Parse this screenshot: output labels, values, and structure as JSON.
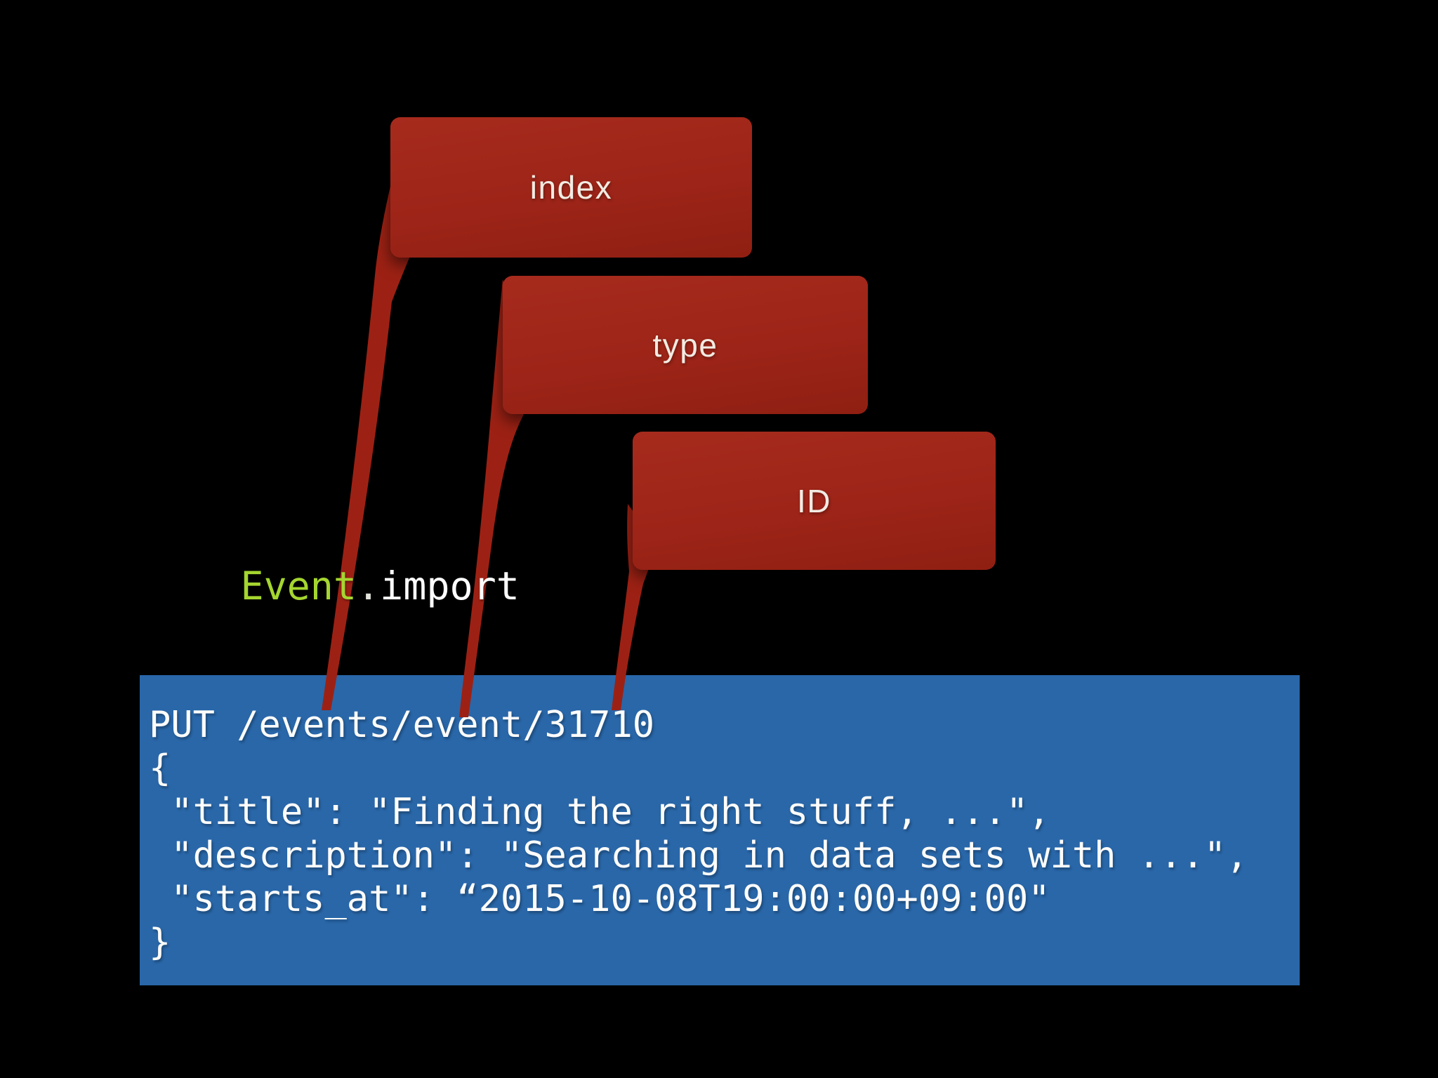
{
  "slide": {
    "background_color": "#000000",
    "callout_fill_color": "#9d2418",
    "callout_label_color": "#f2ebe2",
    "callouts": [
      {
        "label": "index"
      },
      {
        "label": "type"
      },
      {
        "label": "ID"
      }
    ],
    "method_label": {
      "object": "Event",
      "separator": ".",
      "method": "import",
      "object_color": "#a5d62f",
      "method_color": "#ffffff"
    },
    "code_block": {
      "fill_color": "#2967a9",
      "text_color": "#fdfcfa",
      "lines": [
        "PUT /events/event/31710",
        "{",
        " \"title\": \"Finding the right stuff, ...\",",
        " \"description\": \"Searching in data sets with ...\",",
        " \"starts_at\": “2015-10-08T19:00:00+09:00\"",
        "}"
      ]
    }
  }
}
